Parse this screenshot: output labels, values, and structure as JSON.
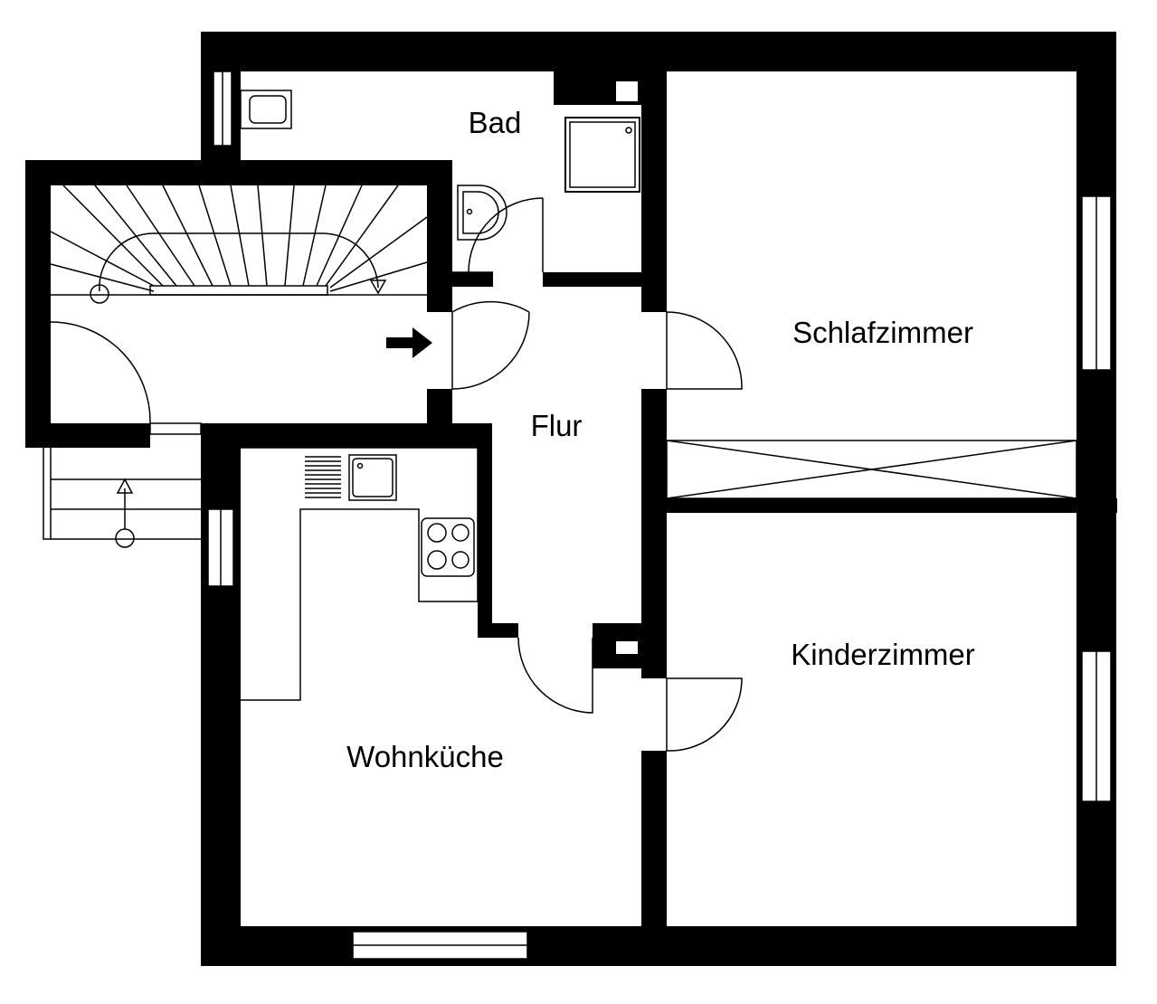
{
  "rooms": {
    "bad": "Bad",
    "schlafzimmer": "Schlafzimmer",
    "flur": "Flur",
    "kinderzimmer": "Kinderzimmer",
    "wohnkueche": "Wohnküche"
  },
  "colors": {
    "wall": "#000000",
    "background": "#ffffff",
    "fixture_line": "#000000"
  }
}
